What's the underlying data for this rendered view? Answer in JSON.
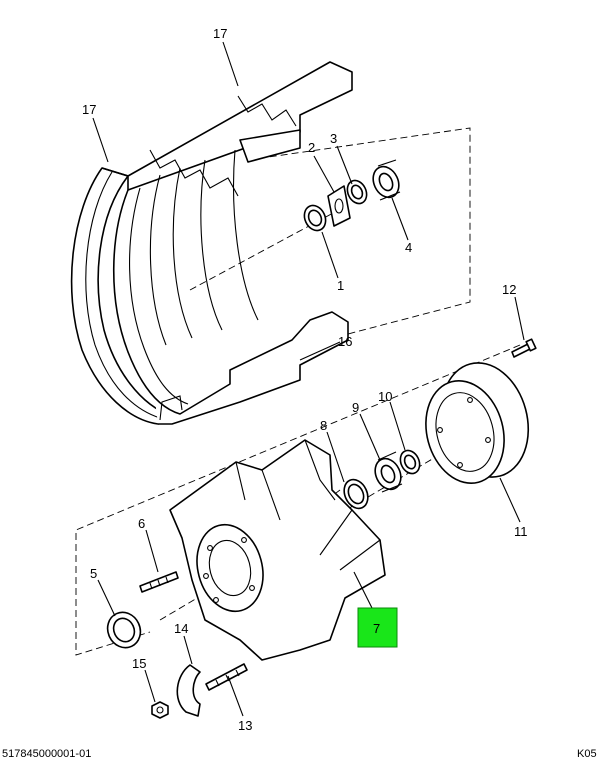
{
  "callouts": {
    "c1": "1",
    "c2": "2",
    "c3": "3",
    "c4": "4",
    "c5": "5",
    "c6": "6",
    "c7": "7",
    "c8": "8",
    "c9": "9",
    "c10": "10",
    "c11": "11",
    "c12": "12",
    "c13": "13",
    "c14": "14",
    "c15": "15",
    "c16": "16",
    "c17a": "17",
    "c17b": "17"
  },
  "highlight": {
    "part": "7",
    "color": "#19e619"
  },
  "footer": {
    "left": "517845000001-01",
    "right": "K05"
  }
}
